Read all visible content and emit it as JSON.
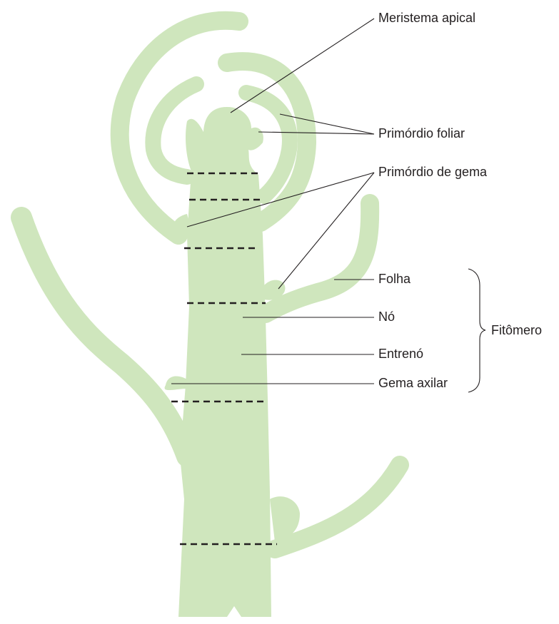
{
  "labels": {
    "meristema_apical": "Meristema apical",
    "primordio_foliar": "Primórdio foliar",
    "primordio_de_gema": "Primórdio de gema",
    "folha": "Folha",
    "no": "Nó",
    "entreno": "Entrenó",
    "gema_axilar": "Gema axilar",
    "fitomero": "Fitômero"
  },
  "colors": {
    "plant_fill": "#cfe6bd",
    "line": "#231f20"
  }
}
